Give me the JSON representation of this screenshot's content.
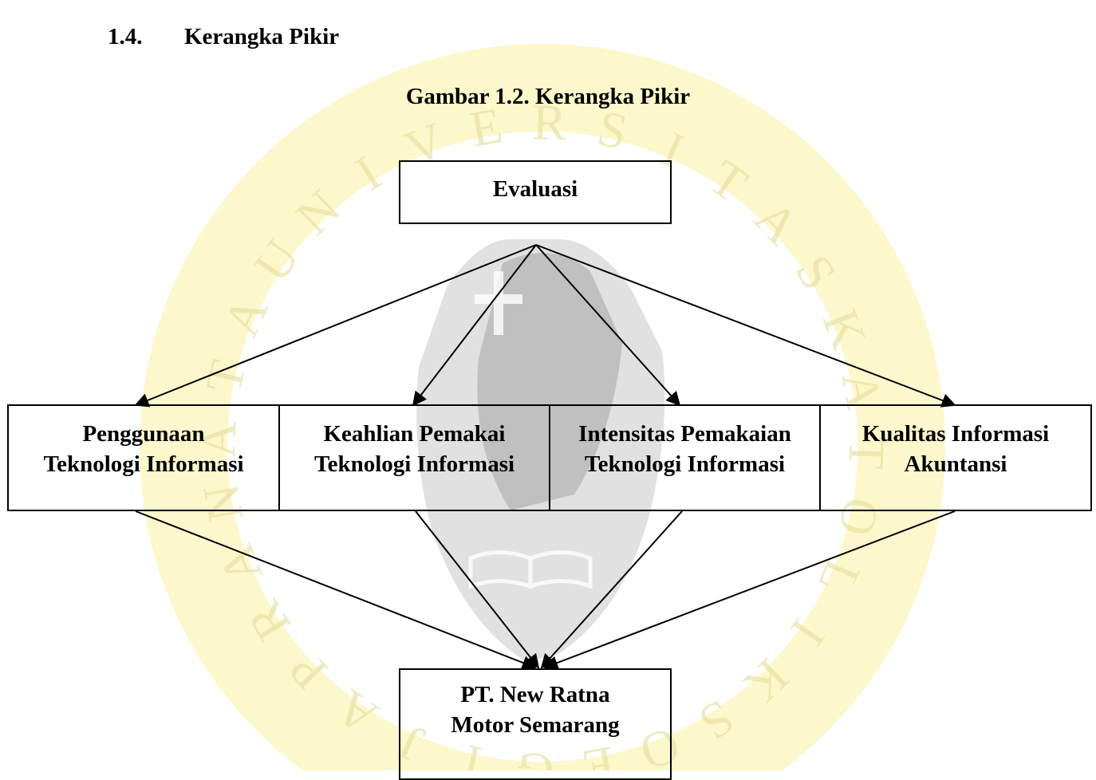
{
  "section": {
    "number": "1.4.",
    "title": "Kerangka Pikir"
  },
  "figure_caption": "Gambar 1.2. Kerangka Pikir",
  "watermark": {
    "ring_letters": [
      "U",
      "N",
      "I",
      "V",
      "E",
      "R",
      "S",
      "I",
      "T",
      "A",
      "S",
      "K",
      "A",
      "T",
      "O",
      "L",
      "I",
      "K",
      "S",
      "O",
      "E",
      "G",
      "I",
      "J",
      "A",
      "P",
      "R",
      "A",
      "N",
      "A",
      "T",
      "A"
    ],
    "colors": {
      "ring": "#fbf2a0",
      "letters": "#e8e0a0",
      "center": "#b8b8b8",
      "center_dark": "#909090"
    }
  },
  "nodes": {
    "top": {
      "label": "Evaluasi"
    },
    "variables": [
      {
        "line1": "Penggunaan",
        "line2": "Teknologi Informasi"
      },
      {
        "line1": "Keahlian Pemakai",
        "line2": "Teknologi Informasi"
      },
      {
        "line1": "Intensitas Pemakaian",
        "line2": "Teknologi Informasi"
      },
      {
        "line1": "Kualitas Informasi",
        "line2": "Akuntansi"
      }
    ],
    "bottom": {
      "line1": "PT. New Ratna",
      "line2": "Motor Semarang"
    }
  }
}
